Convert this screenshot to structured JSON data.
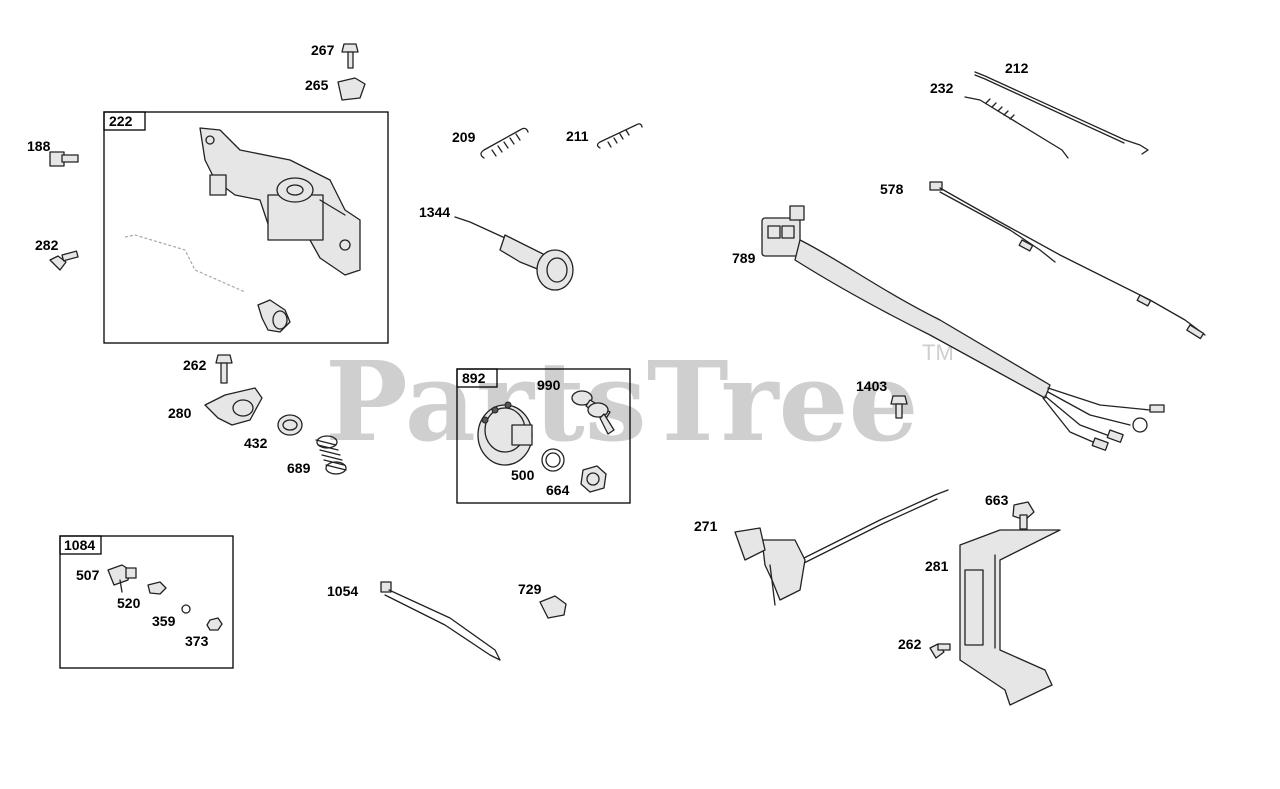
{
  "watermark": {
    "text": "PartsTree",
    "trademark": "TM"
  },
  "groups": [
    {
      "id": "222",
      "label": "222"
    },
    {
      "id": "892",
      "label": "892"
    },
    {
      "id": "1084",
      "label": "1084"
    }
  ],
  "labels": {
    "p267": "267",
    "p265": "265",
    "p188": "188",
    "p282": "282",
    "p262a": "262",
    "p280": "280",
    "p432": "432",
    "p689": "689",
    "p209": "209",
    "p211": "211",
    "p1344": "1344",
    "p990": "990",
    "p500": "500",
    "p664": "664",
    "p507": "507",
    "p520": "520",
    "p359": "359",
    "p373": "373",
    "p1054": "1054",
    "p729": "729",
    "p212": "212",
    "p232": "232",
    "p578": "578",
    "p789": "789",
    "p1403": "1403",
    "p271": "271",
    "p663": "663",
    "p281": "281",
    "p262b": "262"
  }
}
